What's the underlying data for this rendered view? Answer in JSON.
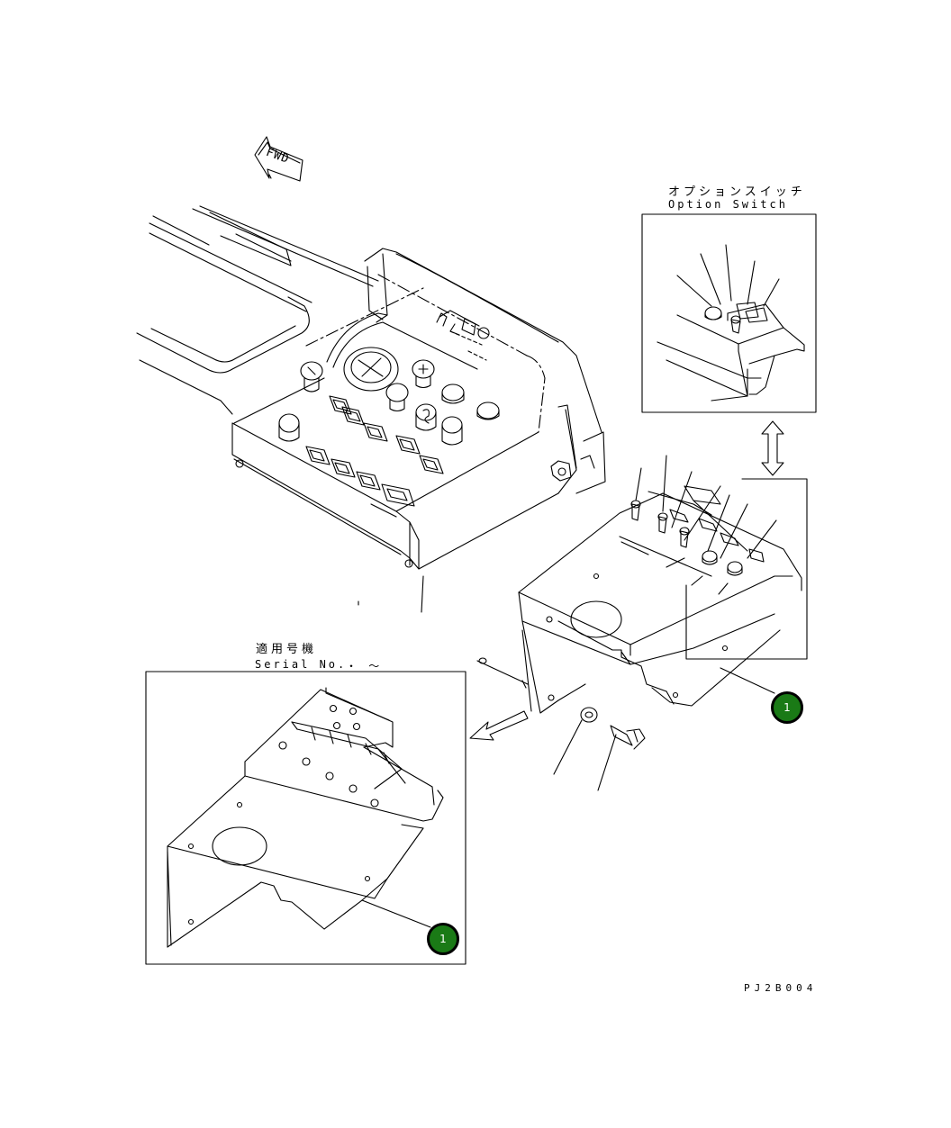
{
  "labels": {
    "fwd": "FWD",
    "option_switch_jp": "オプションスイッチ",
    "option_switch_en": "Option Switch",
    "serial_jp": "適用号機",
    "serial_en": "Serial No.",
    "serial_range": "・ 〜",
    "drawing_code": "PJ2B004"
  },
  "callouts": [
    {
      "number": "1"
    },
    {
      "number": "1"
    }
  ],
  "colors": {
    "line": "#000000",
    "callout_fill": "#1a7a16",
    "background": "#ffffff"
  }
}
